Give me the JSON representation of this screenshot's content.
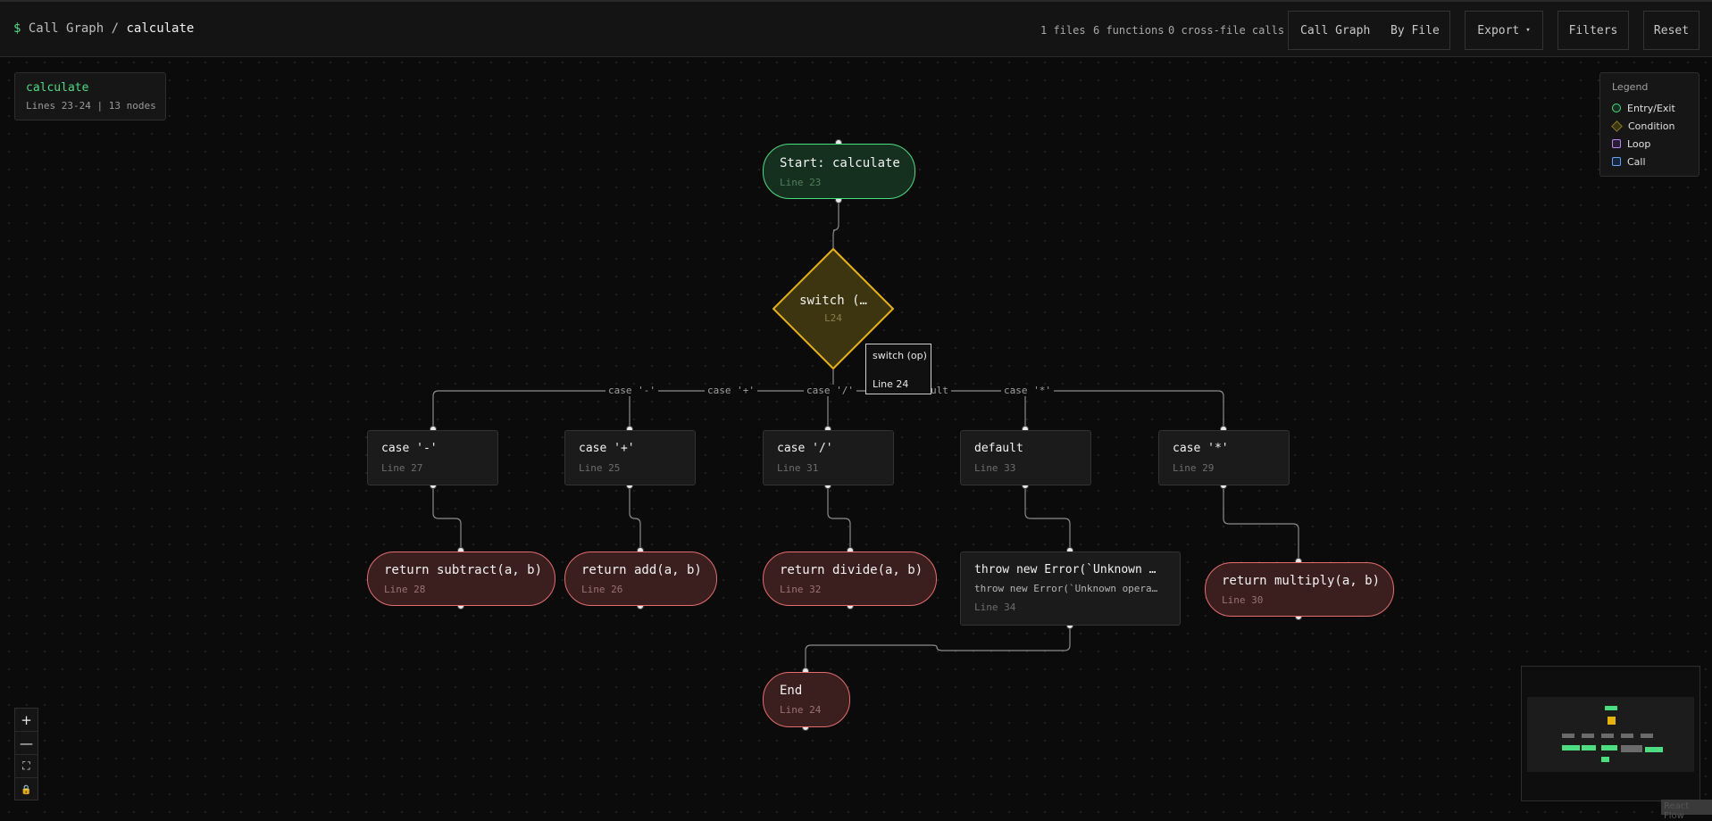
{
  "header": {
    "prompt": "$",
    "root": "Call Graph",
    "separator": "/",
    "current": "calculate",
    "stats": {
      "files": "1 files",
      "functions": "6 functions",
      "cross_file": "0 cross-file calls"
    },
    "view_toggle": [
      "Call Graph",
      "By File"
    ],
    "export_label": "Export",
    "export_caret": "▾",
    "filters_label": "Filters",
    "reset_label": "Reset"
  },
  "info": {
    "title": "calculate",
    "subtitle": "Lines 23-24 | 13 nodes"
  },
  "legend": {
    "title": "Legend",
    "items": [
      {
        "label": "Entry/Exit",
        "color": "#4ade80"
      },
      {
        "label": "Condition",
        "color": "#eab308"
      },
      {
        "label": "Loop",
        "color": "#c084fc"
      },
      {
        "label": "Call",
        "color": "#60a5fa"
      }
    ]
  },
  "nodes": {
    "start": {
      "title": "Start: calculate",
      "line": "Line 23"
    },
    "switch": {
      "title": "switch (…",
      "line": "L24"
    },
    "case_minus": {
      "title": "case '-'",
      "line": "Line 27"
    },
    "case_plus": {
      "title": "case '+'",
      "line": "Line 25"
    },
    "case_div": {
      "title": "case '/'",
      "line": "Line 31"
    },
    "default": {
      "title": "default",
      "line": "Line 33"
    },
    "case_mul": {
      "title": "case '*'",
      "line": "Line 29"
    },
    "ret_sub": {
      "title": "return subtract(a, b)",
      "line": "Line 28"
    },
    "ret_add": {
      "title": "return add(a, b)",
      "line": "Line 26"
    },
    "ret_div": {
      "title": "return divide(a, b)",
      "line": "Line 32"
    },
    "throw": {
      "title": "throw new Error(`Unknown …",
      "detail": "throw new Error(`Unknown opera…",
      "line": "Line 34"
    },
    "ret_mul": {
      "title": "return multiply(a, b)",
      "line": "Line 30"
    },
    "end": {
      "title": "End",
      "line": "Line 24"
    }
  },
  "edge_labels": [
    "case '-'",
    "case '+'",
    "case '/'",
    "ult",
    "case '*'"
  ],
  "tooltip": {
    "title": "switch (op)",
    "line": "Line 24"
  },
  "zoom_controls": {
    "zoom_in": "+",
    "zoom_out": "—",
    "fit": "⛶",
    "lock": "🔒"
  },
  "attribution": "React Flow",
  "colors": {
    "entry": "#4ade80",
    "condition": "#eab308",
    "return_border": "#e66d6d",
    "accent_green": "#4ade80"
  }
}
